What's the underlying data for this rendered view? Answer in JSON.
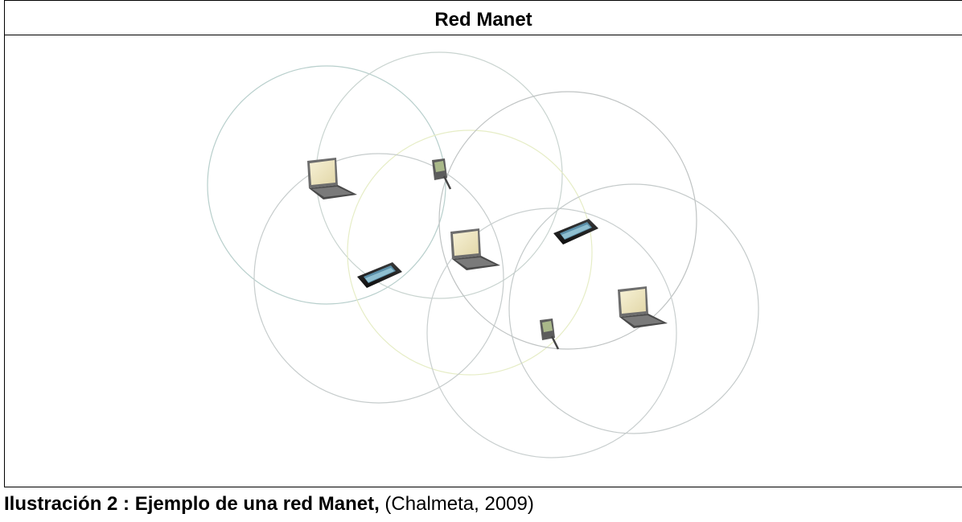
{
  "figure": {
    "title": "Red Manet",
    "caption_bold": "Ilustración 2 : Ejemplo de una red Manet,",
    "caption_citation": " (Chalmeta, 2009)"
  },
  "diagram": {
    "circle_colors": [
      "#b8cfcc",
      "#c9d4d0",
      "#e6edc6",
      "#c6cccc",
      "#bfc3c3",
      "#c9cfcf",
      "#c4caca"
    ],
    "devices": [
      {
        "name": "laptop-1",
        "type": "laptop"
      },
      {
        "name": "pda-1",
        "type": "pda"
      },
      {
        "name": "smartphone-1",
        "type": "smartphone"
      },
      {
        "name": "laptop-2",
        "type": "laptop"
      },
      {
        "name": "smartphone-2",
        "type": "smartphone"
      },
      {
        "name": "laptop-3",
        "type": "laptop"
      },
      {
        "name": "pda-2",
        "type": "pda"
      }
    ]
  }
}
